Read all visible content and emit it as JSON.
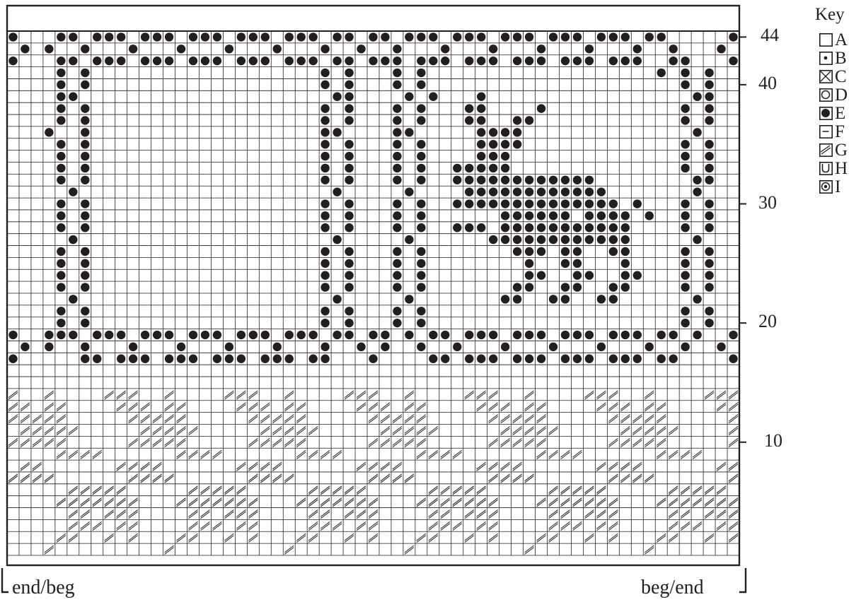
{
  "chart": {
    "columns": 61,
    "rows": 44,
    "row_labels": [
      "44",
      "40",
      "30",
      "20",
      "10"
    ],
    "motif_rows": [
      {
        "row": 44,
        "e": "C1 C7 C8 C10 C11 C12 C14 C15 C16 C18 C19 C20 C22 C23 C24 C26 C27 C28 C30 C31 C33 C34 C36 C37 C38 C40 C41 C42 C44 C45 C46 C48 C49 C50 C52 C53 C54 C56 C57 C61"
      },
      {
        "row": 43,
        "e": "C2 C6 C9 C13 C17 C21 C25 C29 C32 C35 C39 C43 C47 C51 C55 C58 C60"
      },
      {
        "row": 42,
        "e": "C1 C5 C6 C9 C10 C11 C13 C14 C15 C17 C18 C19 C21 C22 C23 C25 C26 C27 C29 C30 C31 C33 C34 C36 C37 C38 C40 C41 C42 C44 C45 C46 C48 C49 C50 C52 C53 C54 C56 C57 C61"
      },
      {
        "row": 41,
        "e": "C3 C5 C7 C27 C29 C33 C35 C55 C57"
      },
      {
        "row": 40,
        "e": "C3 C5 C27 C29 C33 C35 C55 C57"
      },
      {
        "row": 39,
        "e": "C3 C4 C22 C26 C28 C33 C34 C56 C57"
      },
      {
        "row": 38,
        "e": "C3 C5 C17 C22 C23 C27 C29 C33 C35 C55 C57"
      },
      {
        "row": 37,
        "e": "C3 C5 C18 C19 C22 C23 C27 C29 C33 C35 C55 C57"
      },
      {
        "row": 36,
        "e": "C4 C19 C20 C21 C22 C29 C28 C34 C35 C55 C58"
      },
      {
        "row": 35,
        "e": "C3 C5 C19 C20 C21 C22 C27 C29 C33 C35 C55 C57"
      },
      {
        "row": 34,
        "e": "C3 C5 C20 C21 C22 C27 C29 C33 C35 C55 C57"
      },
      {
        "row": 33,
        "e": "C3 C5 C20 C21 C22 C23 C24 C27 C29 C33 C35 C55 C57"
      },
      {
        "row": 32,
        "e": "C3 C4 C13 C14 C15 C16 C17 C18 C19 C20 C21 C22 C23 C24 C27 C29 C33 C35 C55 C57"
      },
      {
        "row": 31,
        "e": "C4 C12 C13 C14 C15 C16 C17 C18 C19 C20 C21 C22 C23 C28 C34 C56"
      },
      {
        "row": 30,
        "e": "C3 C5 C9 C11 C12 C13 C14 C15 C16 C17 C18 C19 C20 C21 C22 C23 C24 C27 C29 C33 C35 C55 C57"
      },
      {
        "row": 29,
        "e": "C3 C5 C8 C10 C11 C12 C13 C15 C16 C17 C18 C19 C20 C27 C29 C33 C35 C55 C57"
      },
      {
        "row": 28,
        "e": "C3 C5 C10 C11 C12 C13 C14 C15 C16 C17 C18 C19 C20 C22 C23 C24 C27 C29 C33 C35 C55 C57"
      },
      {
        "row": 27,
        "e": "C4 C10 C11 C12 C13 C14 C15 C16 C17 C18 C19 C20 C21 C28 C34 C56"
      },
      {
        "row": 26,
        "e": "C3 C5 C10 C11 C14 C15 C17 C18 C19 C27 C29 C33 C35 C55 C57"
      },
      {
        "row": 25,
        "e": "C3 C5 C10 C14 C15 C18 C27 C29 C33 C35 C55 C57"
      },
      {
        "row": 24,
        "e": "C3 C5 C9 C10 C13 C14 C17 C18 C27 C29 C33 C35 C55 C57"
      },
      {
        "row": 23,
        "e": "C3 C5 C10 C11 C14 C15 C18 C19 C27 C29 C33 C35 C55 C57"
      },
      {
        "row": 22,
        "e": "C4 C11 C12 C15 C16 C19 C20 C28 C34 C56"
      },
      {
        "row": 21,
        "e": "C3 C5 C27 C29 C33 C35 C55 C57"
      },
      {
        "row": 20,
        "e": "C3 C5 C27 C29 C33 C35 C55 C57"
      },
      {
        "row": 19,
        "e": "C1 C4 C6 C7 C9 C10 C11 C13 C14 C15 C17 C18 C19 C21 C22 C23 C25 C26 C28 C30 C31 C33 C34 C36 C37 C38 C40 C41 C42 C44 C45 C46 C48 C49 C50 C52 C53 C54 C56 C57 C58 C61"
      },
      {
        "row": 18,
        "e": "C2 C5 C8 C12 C16 C20 C24 C27 C30 C32 C35 C39 C43 C47 C51 C55 C58 C60"
      },
      {
        "row": 17,
        "e": "C1 C6 C7 C9 C10 C11 C13 C14 C15 C17 C18 C19 C21 C22 C23 C25 C26 C31 C35 C36 C38 C39 C40 C42 C43 C44 C46 C47 C48 C50 C51 C52 C54 C55 C61"
      }
    ],
    "g_rows": [
      {
        "row": 14,
        "g": "C1 C2 C3 C8 C11 C12 C13 C18 C21 C22 C23 C28 C31 C32 C33 C38 C41 C42 C43 C48 C51 C52 C53 C58 C61"
      },
      {
        "row": 13,
        "g": "C1 C2 C7 C8 C10 C11 C12 C17 C18 C20 C21 C22 C27 C28 C30 C31 C32 C37 C38 C40 C41 C42 C47 C48 C50 C51 C52 C57 C58 C60 C61"
      },
      {
        "row": 12,
        "g": "C1 C7 C8 C9 C10 C11 C17 C18 C19 C20 C21 C27 C28 C29 C30 C31 C37 C38 C39 C40 C41 C47 C48 C49 C50 C51 C57 C58 C59 C60 C61"
      },
      {
        "row": 11,
        "g": "C1 C6 C7 C8 C9 C10 C16 C17 C18 C19 C20 C26 C27 C28 C29 C30 C36 C37 C38 C39 C40 C46 C47 C48 C49 C50 C56 C57 C58 C59 C60"
      },
      {
        "row": 10,
        "g": "C1 C7 C8 C9 C10 C11 C17 C18 C19 C20 C21 C27 C28 C29 C30 C31 C37 C38 C39 C40 C41 C47 C48 C49 C50 C51 C57 C58 C59 C60 C61"
      },
      {
        "row": 9,
        "g": "C4 C5 C6 C7 C14 C15 C16 C17 C24 C25 C26 C27 C34 C35 C36 C37 C44 C45 C46 C47 C54 C55 C56 C57"
      },
      {
        "row": 8,
        "g": "C1 C2 C9 C10 C11 C12 C19 C20 C21 C22 C29 C30 C31 C32 C39 C40 C41 C42 C49 C50 C51 C52 C59 C60"
      },
      {
        "row": 7,
        "g": "C1 C8 C9 C10 C11 C18 C19 C20 C21 C28 C29 C30 C31 C38 C39 C40 C41 C48 C49 C50 C51 C58 C59 C60 C61"
      },
      {
        "row": 6,
        "g": "C2 C3 C4 C5 C6 C12 C13 C14 C15 C16 C22 C23 C24 C25 C26 C32 C33 C34 C35 C36 C42 C43 C44 C45 C46 C52 C53 C54 C55 C56"
      },
      {
        "row": 5,
        "g": "C1 C2 C3 C4 C5 C6 C7 C11 C12 C13 C14 C15 C16 C17 C21 C22 C23 C24 C25 C26 C27 C31 C32 C33 C34 C35 C36 C37 C41 C42 C43 C44 C45 C46 C47 C51 C52 C53 C54 C55 C56 C57"
      },
      {
        "row": 4,
        "g": "C1 C2 C3 C5 C6 C11 C12 C13 C15 C16 C21 C22 C23 C25 C26 C31 C32 C33 C35 C36 C41 C42 C43 C45 C46 C51 C52 C53 C55 C56"
      },
      {
        "row": 3,
        "g": "C1 C2 C4 C5 C6 C11 C12 C14 C15 C16 C21 C22 C24 C25 C26 C31 C32 C34 C35 C36 C41 C42 C44 C45 C46 C51 C52 C54 C55 C56"
      },
      {
        "row": 2,
        "g": "C1 C3 C6 C7 C11 C13 C16 C17 C21 C23 C26 C27 C31 C33 C36 C37 C41 C43 C46 C47 C51 C53 C56 C57"
      },
      {
        "row": 1,
        "g": "C8 C18 C28 C38 C48 C58"
      }
    ]
  },
  "legend": {
    "title": "Key",
    "items": [
      {
        "label": "A",
        "icon": "empty-square-icon"
      },
      {
        "label": "B",
        "icon": "dot-square-icon"
      },
      {
        "label": "C",
        "icon": "x-square-icon"
      },
      {
        "label": "D",
        "icon": "ring-square-icon"
      },
      {
        "label": "E",
        "icon": "filled-circle-square-icon"
      },
      {
        "label": "F",
        "icon": "dash-square-icon"
      },
      {
        "label": "G",
        "icon": "double-slash-square-icon"
      },
      {
        "label": "H",
        "icon": "u-square-icon"
      },
      {
        "label": "I",
        "icon": "bullseye-square-icon"
      }
    ]
  },
  "footer": {
    "left": "end/beg",
    "right": "beg/end"
  }
}
